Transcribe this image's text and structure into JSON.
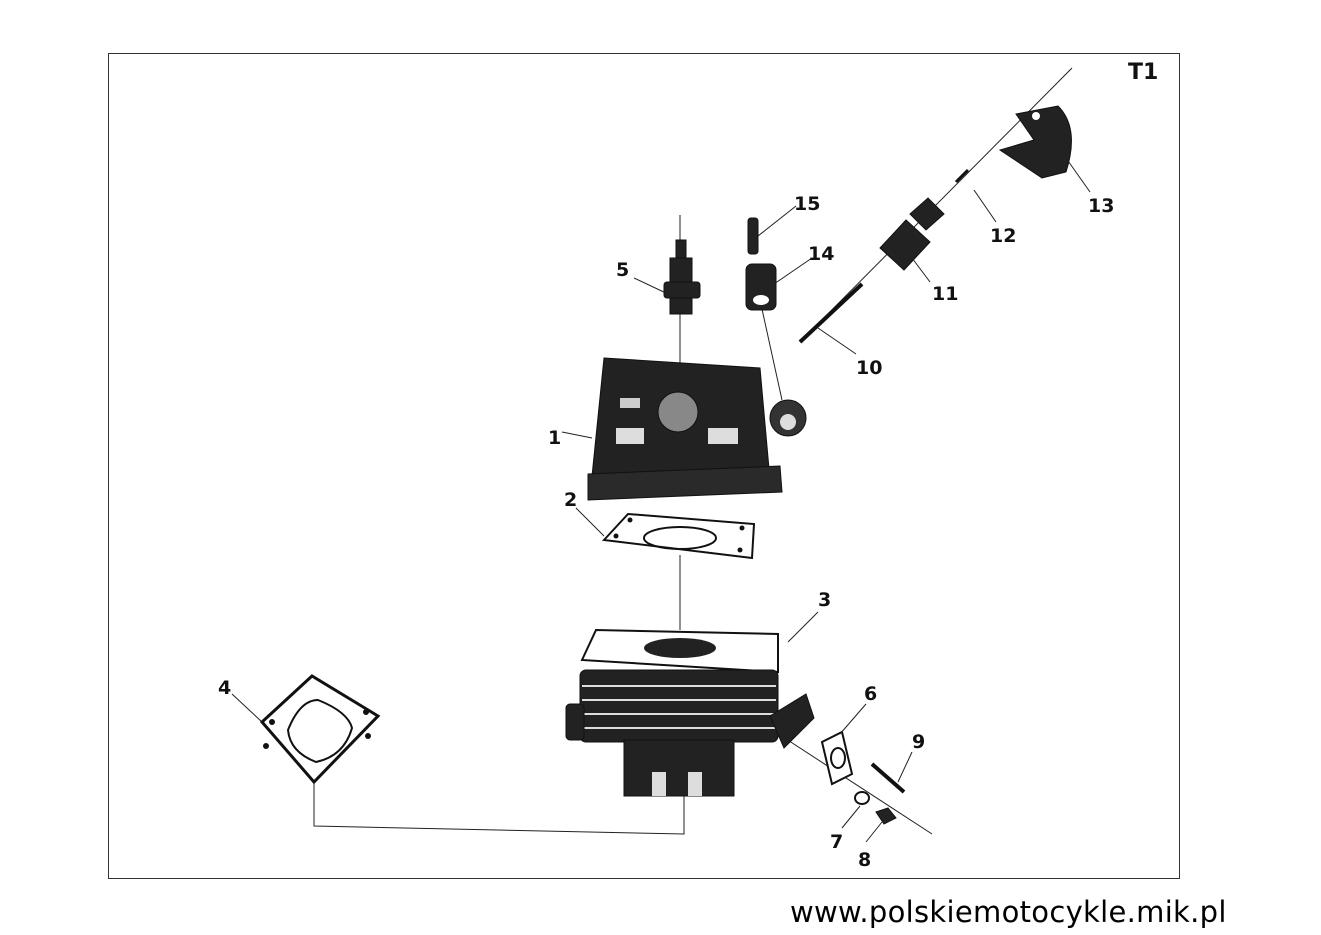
{
  "sheet_id": "T1",
  "callouts": [
    "1",
    "2",
    "3",
    "4",
    "5",
    "6",
    "7",
    "8",
    "9",
    "10",
    "11",
    "12",
    "13",
    "14",
    "15"
  ],
  "footer_url": "www.polskiemotocykle.mik.pl"
}
